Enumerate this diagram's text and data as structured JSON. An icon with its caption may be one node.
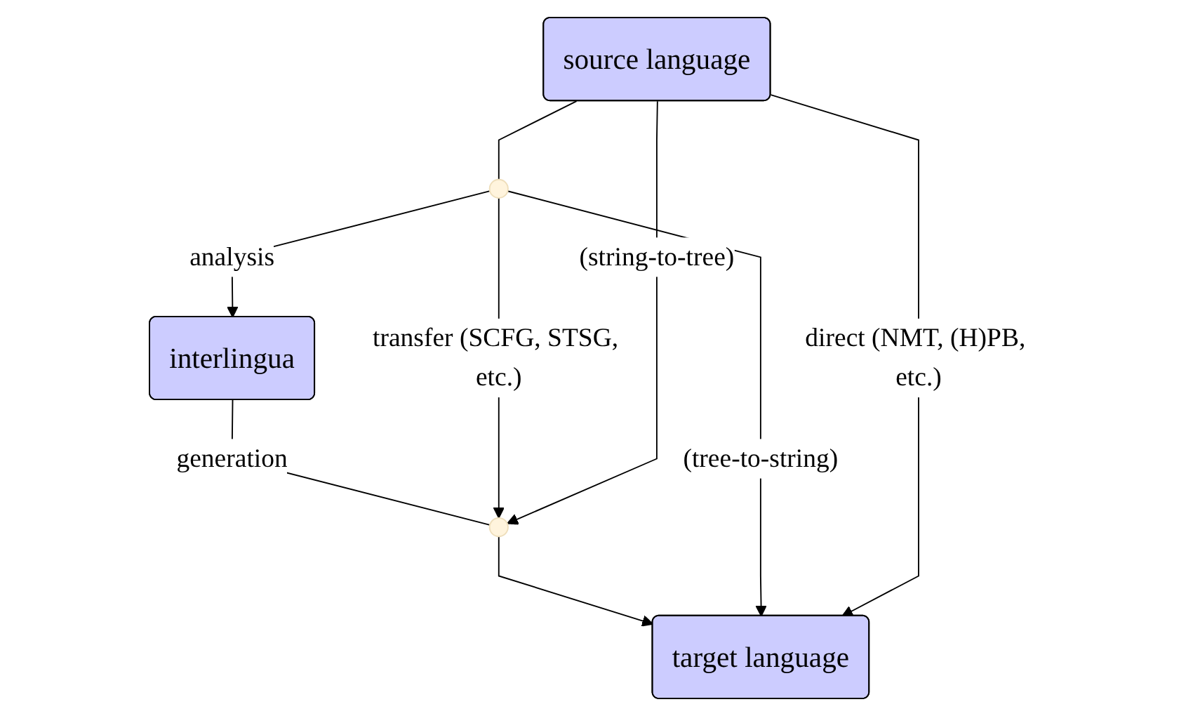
{
  "diagram": {
    "nodes": [
      {
        "text": [
          "interlingua"
        ]
      },
      {
        "text": [
          "source language"
        ]
      },
      {
        "text": [
          "target language"
        ]
      },
      {
        "text": [],
        "shape": "point"
      },
      {
        "text": [],
        "shape": "point"
      }
    ],
    "edges": [
      {
        "from": 1,
        "to": 3,
        "arrow": "none"
      },
      {
        "from": 3,
        "to": 0,
        "arrow": "to",
        "label": "analysis"
      },
      {
        "from": 0,
        "to": 4,
        "arrow": "none",
        "label": "generation"
      },
      {
        "from": 4,
        "to": 2,
        "arrow": "to"
      },
      {
        "from": 3,
        "to": 4,
        "arrow": "to",
        "label": "transfer (SCFG, STSG, etc.)"
      },
      {
        "from": 3,
        "to": 2,
        "arrow": "to",
        "label": "(tree-to-string)"
      },
      {
        "from": 1,
        "to": 4,
        "arrow": "to",
        "label": "(string-to-tree)"
      },
      {
        "from": 1,
        "to": 2,
        "arrow": "to",
        "label": "direct (NMT, (H)PB, etc.)"
      }
    ]
  }
}
